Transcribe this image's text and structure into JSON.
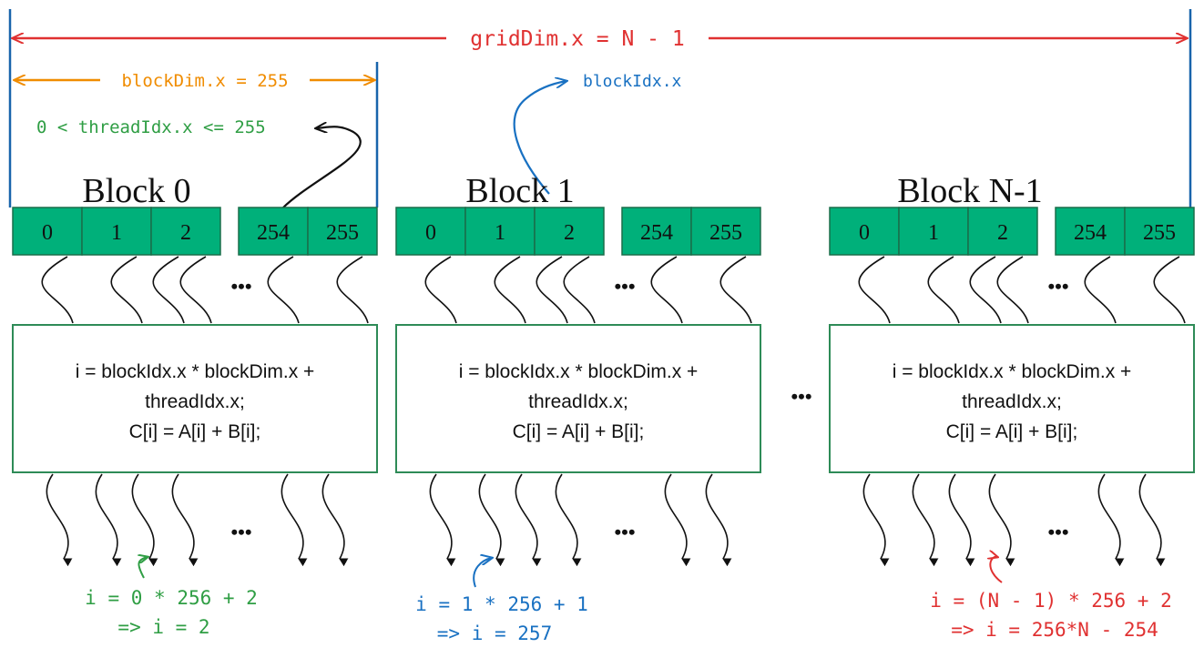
{
  "colors": {
    "red": "#e03131",
    "orange": "#f08c00",
    "green": "#2f9e44",
    "blue": "#1971c2",
    "bracket": "#1864ab",
    "cell_fill": "#00b07a",
    "cell_border": "#1a6e4a",
    "box_border": "#2e8b57",
    "ink": "#111111"
  },
  "annotations": {
    "grid_dim": "gridDim.x = N - 1",
    "block_dim": "blockDim.x = 255",
    "thread_idx_range": "0 < threadIdx.x <= 255",
    "block_idx": "blockIdx.x"
  },
  "blocks": [
    {
      "title": "Block 0",
      "cells_left": [
        "0",
        "1",
        "2"
      ],
      "cells_right": [
        "254",
        "255"
      ],
      "ellipsis_top": "•••",
      "ellipsis_bottom": "•••",
      "code": [
        "i = blockIdx.x * blockDim.x +",
        "threadIdx.x;",
        "C[i] = A[i] + B[i];"
      ],
      "result": [
        "i = 0 * 256 + 2",
        "=> i = 2"
      ]
    },
    {
      "title": "Block 1",
      "cells_left": [
        "0",
        "1",
        "2"
      ],
      "cells_right": [
        "254",
        "255"
      ],
      "ellipsis_top": "•••",
      "ellipsis_bottom": "•••",
      "code": [
        "i = blockIdx.x * blockDim.x +",
        "threadIdx.x;",
        "C[i] = A[i] + B[i];"
      ],
      "result": [
        "i = 1 * 256 + 1",
        "=> i = 257"
      ]
    },
    {
      "title": "Block N-1",
      "cells_left": [
        "0",
        "1",
        "2"
      ],
      "cells_right": [
        "254",
        "255"
      ],
      "ellipsis_top": "•••",
      "ellipsis_bottom": "•••",
      "code": [
        "i = blockIdx.x * blockDim.x +",
        "threadIdx.x;",
        "C[i] = A[i] + B[i];"
      ],
      "result": [
        "i = (N - 1) * 256 + 2",
        "=> i = 256*N - 254"
      ]
    }
  ],
  "between_blocks_ellipsis": "•••"
}
